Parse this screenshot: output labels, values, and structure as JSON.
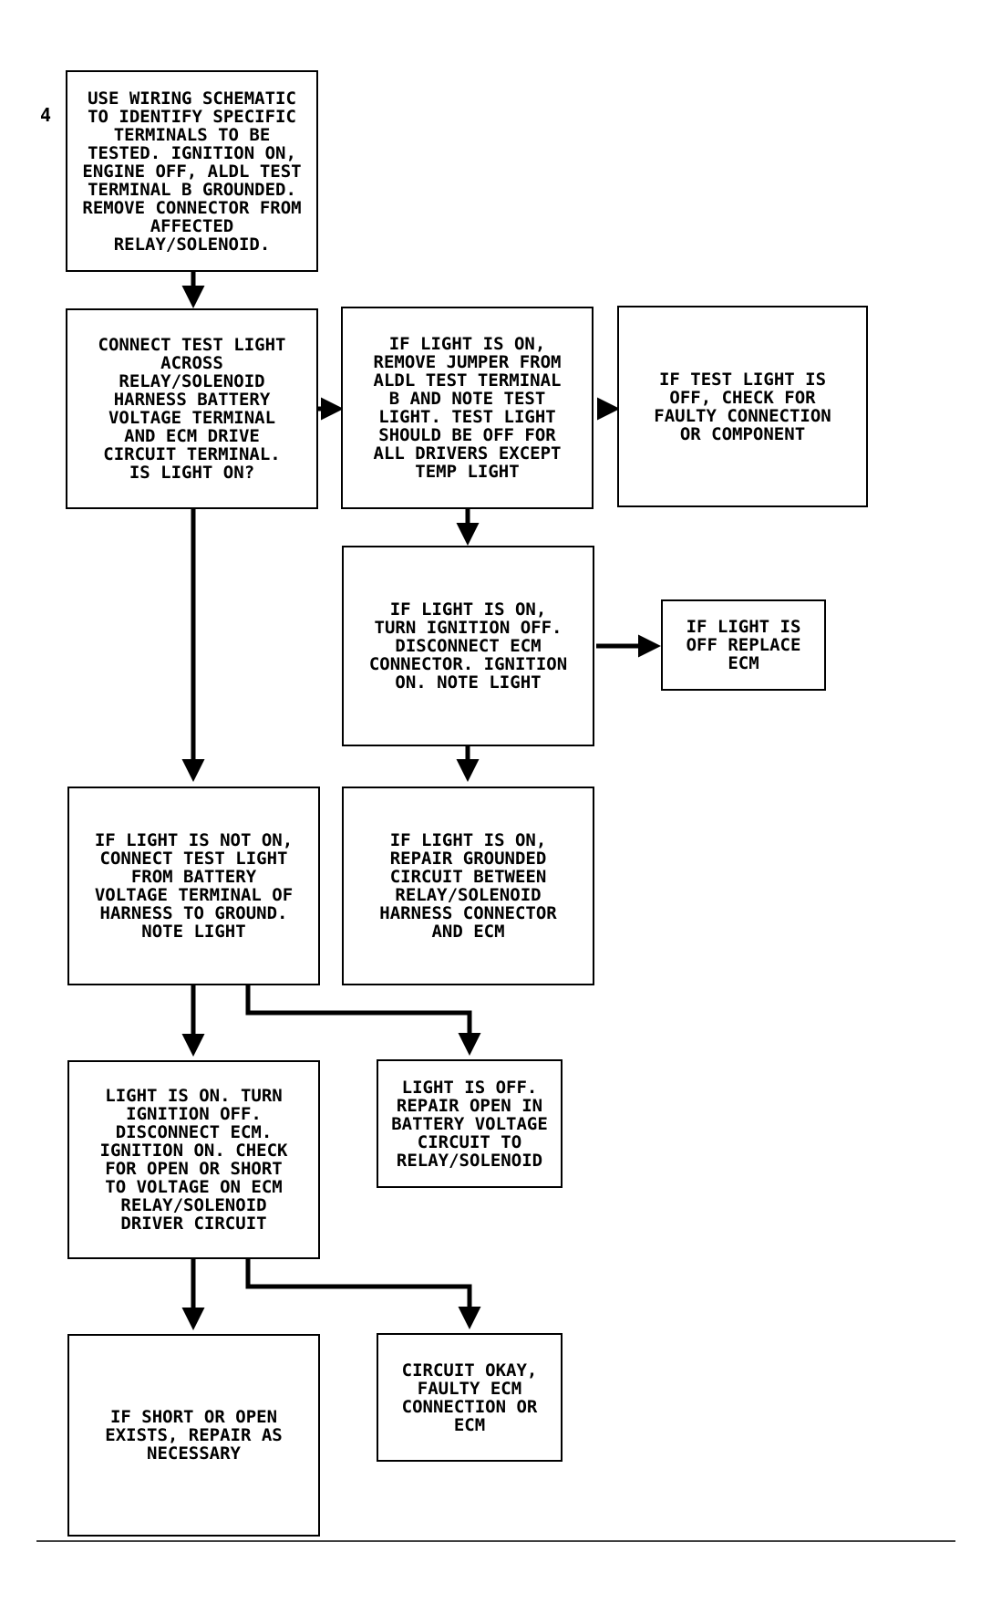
{
  "step_number": "4",
  "boxes": {
    "b1": "USE WIRING SCHEMATIC\nTO IDENTIFY SPECIFIC\nTERMINALS TO BE\nTESTED. IGNITION ON,\nENGINE OFF, ALDL TEST\nTERMINAL B GROUNDED.\nREMOVE CONNECTOR FROM\nAFFECTED\nRELAY/SOLENOID.",
    "b2": "CONNECT TEST LIGHT\nACROSS\nRELAY/SOLENOID\nHARNESS BATTERY\nVOLTAGE TERMINAL\nAND ECM DRIVE\nCIRCUIT TERMINAL.\nIS LIGHT ON?",
    "b3": "IF LIGHT IS ON,\nREMOVE JUMPER FROM\nALDL TEST TERMINAL\nB AND NOTE TEST\nLIGHT. TEST LIGHT\nSHOULD BE OFF FOR\nALL DRIVERS EXCEPT\nTEMP LIGHT",
    "b4": "IF TEST LIGHT IS\nOFF, CHECK FOR\nFAULTY CONNECTION\nOR COMPONENT",
    "b5": "IF LIGHT IS ON,\nTURN IGNITION OFF.\nDISCONNECT ECM\nCONNECTOR. IGNITION\nON. NOTE LIGHT",
    "b6": "IF LIGHT IS\nOFF REPLACE\nECM",
    "b7": "IF LIGHT IS NOT ON,\nCONNECT TEST LIGHT\nFROM BATTERY\nVOLTAGE TERMINAL OF\nHARNESS TO GROUND.\nNOTE LIGHT",
    "b8": "IF LIGHT IS ON,\nREPAIR GROUNDED\nCIRCUIT BETWEEN\nRELAY/SOLENOID\nHARNESS CONNECTOR\nAND ECM",
    "b9": "LIGHT IS ON. TURN\nIGNITION OFF.\nDISCONNECT ECM.\nIGNITION ON. CHECK\nFOR OPEN OR SHORT\nTO VOLTAGE ON ECM\nRELAY/SOLENOID\nDRIVER CIRCUIT",
    "b10": "LIGHT IS OFF.\nREPAIR OPEN IN\nBATTERY VOLTAGE\nCIRCUIT TO\nRELAY/SOLENOID",
    "b11": "IF SHORT OR OPEN\nEXISTS, REPAIR AS\nNECESSARY",
    "b12": "CIRCUIT OKAY,\nFAULTY ECM\nCONNECTION OR\nECM"
  }
}
